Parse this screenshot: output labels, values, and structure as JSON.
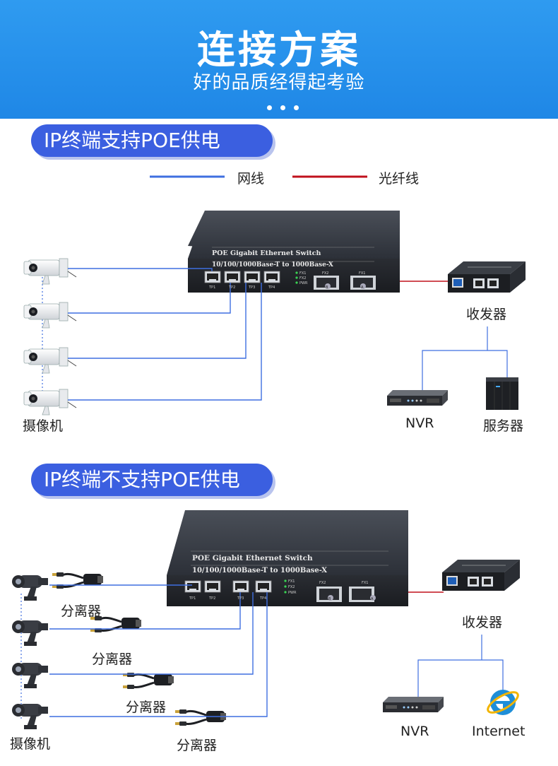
{
  "banner": {
    "title": "连接方案",
    "subtitle": "好的品质经得起考验"
  },
  "section1": {
    "title": "IP终端支持POE供电",
    "legend": {
      "network_cable": "网线",
      "fiber_cable": "光纤线"
    },
    "labels": {
      "camera": "摄像机",
      "transceiver": "收发器",
      "nvr": "NVR",
      "server": "服务器"
    }
  },
  "section2": {
    "title": "IP终端不支持POE供电",
    "labels": {
      "splitter": "分离器",
      "camera": "摄像机",
      "transceiver": "收发器",
      "nvr": "NVR",
      "internet": "Internet"
    }
  },
  "switch": {
    "line1": "POE Gigabit Ethernet Switch",
    "line2": "10/100/1000Base-T to 1000Base-X",
    "port_labels": [
      "TP1",
      "TP2",
      "TP3",
      "TP4"
    ],
    "led_labels": [
      "FX1",
      "FX2",
      "PWR"
    ],
    "fiber_labels": [
      "FX2",
      "FX1"
    ],
    "fiber_marks": [
      "B",
      "A"
    ]
  },
  "colors": {
    "banner": "#2f9bf0",
    "pill": "#3b5fe0",
    "network_cable": "#3f6fe0",
    "fiber_cable": "#c0101c"
  }
}
